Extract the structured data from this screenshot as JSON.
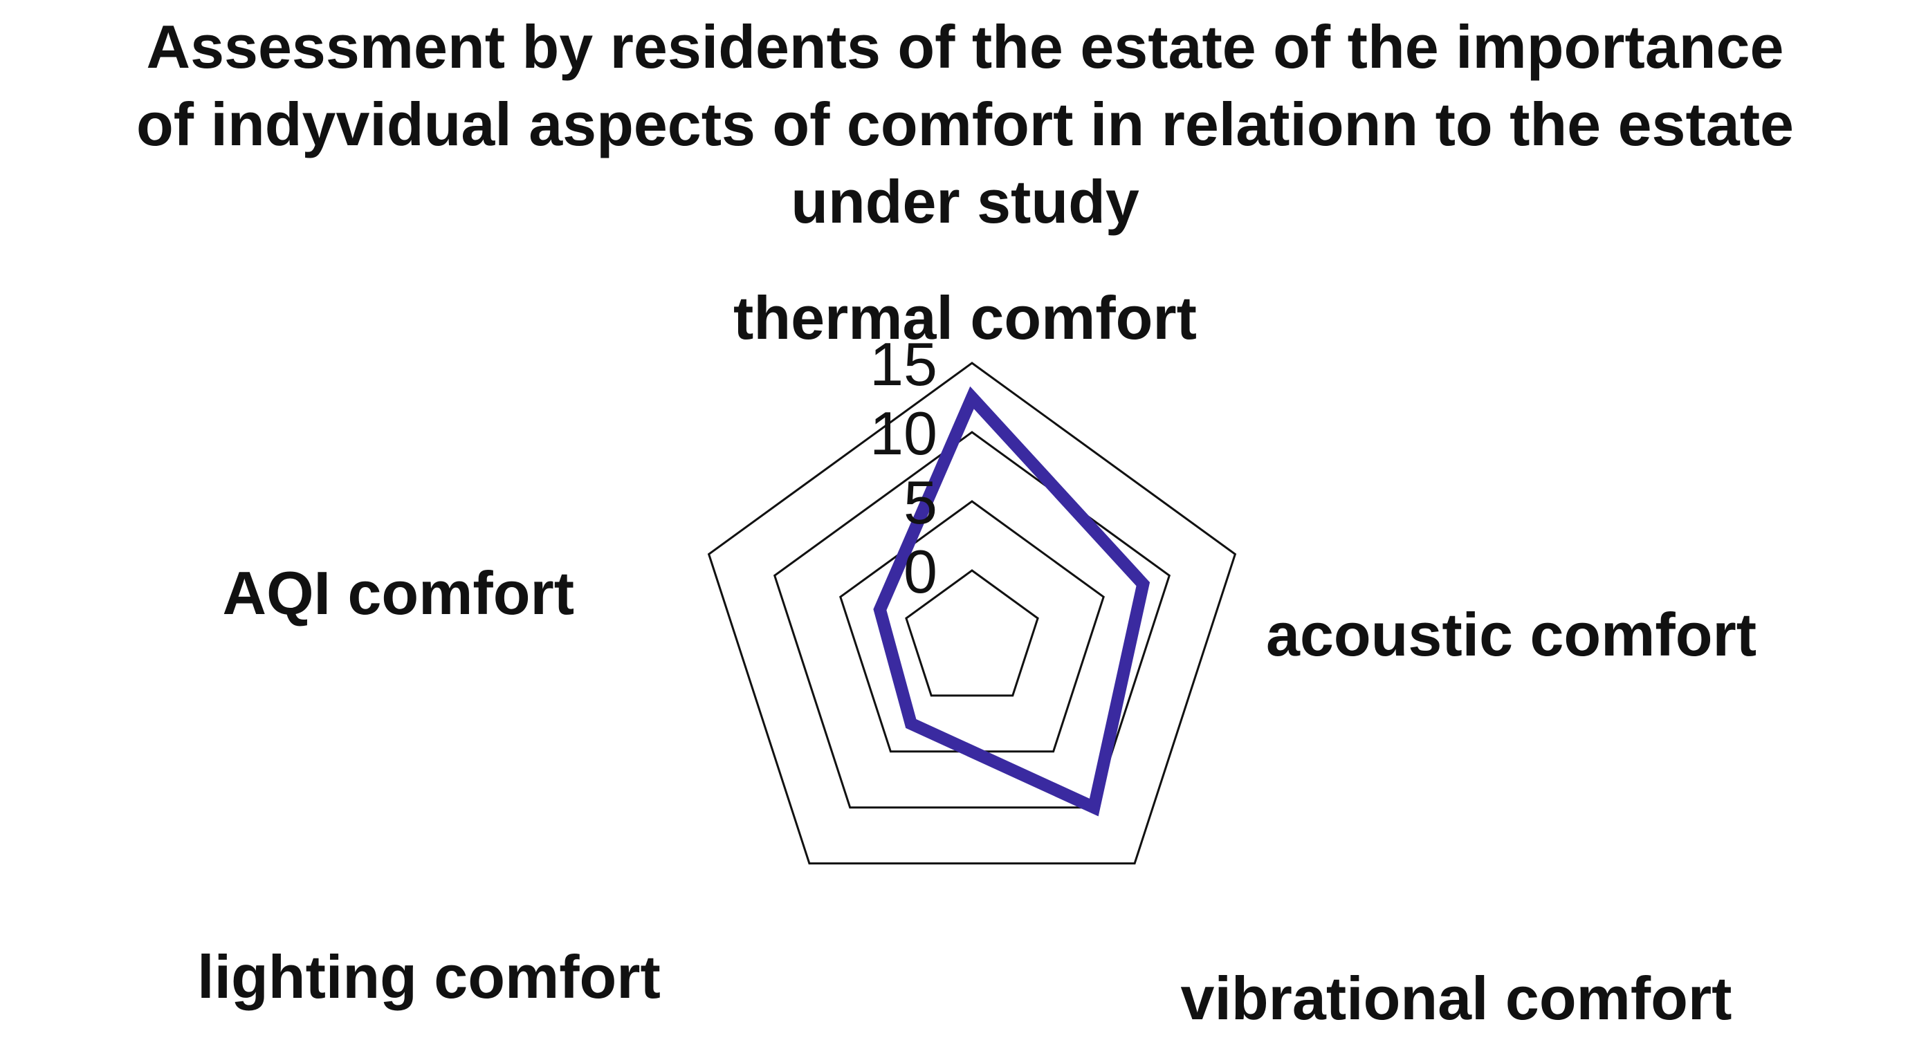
{
  "chart_data": {
    "type": "radar",
    "title": "Assessment by residents of the estate of the importance of indyvidual aspects of comfort in relationn to the estate under study",
    "title_lines": [
      "Assessment by residents of the estate of the importance",
      "of indyvidual aspects of comfort in relationn to the estate",
      "under study"
    ],
    "categories": [
      "thermal comfort",
      "acoustic comfort",
      "vibrational comfort",
      "lighting comfort",
      "AQI comfort"
    ],
    "series": [
      {
        "values": [
          12.5,
          8,
          10,
          2.5,
          2
        ],
        "color": "#3a2aa0"
      }
    ],
    "r_ticks": [
      0,
      5,
      10,
      15
    ],
    "tick_labels": [
      "0",
      "5",
      "10",
      "15"
    ],
    "rlim": [
      0,
      15
    ],
    "inner_floor": 0.25,
    "grid": true,
    "legend": "none"
  }
}
